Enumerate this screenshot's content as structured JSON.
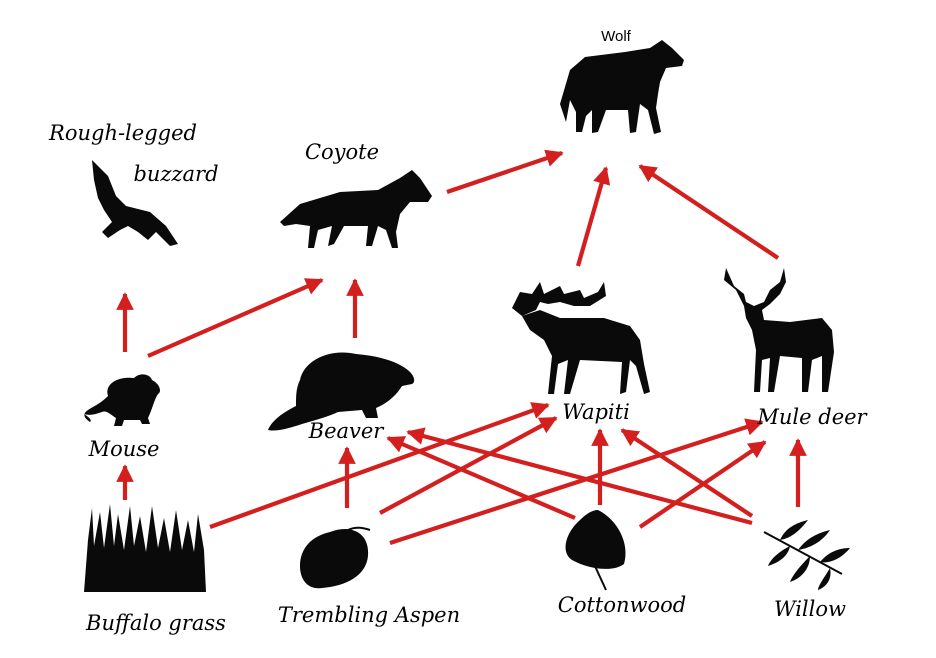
{
  "diagram": {
    "organisms": {
      "wolf": "Wolf",
      "coyote": "Coyote",
      "buzzard_line1": "Rough-legged",
      "buzzard_line2": "buzzard",
      "mouse": "Mouse",
      "beaver": "Beaver",
      "wapiti": "Wapiti",
      "mule_deer": "Mule deer",
      "buffalo_grass": "Buffalo grass",
      "aspen": "Trembling Aspen",
      "cottonwood": "Cottonwood",
      "willow": "Willow"
    },
    "arrow_color": "#d41f1f",
    "links": [
      {
        "from": "Buffalo grass",
        "to": "Mouse"
      },
      {
        "from": "Buffalo grass",
        "to": "Wapiti"
      },
      {
        "from": "Trembling Aspen",
        "to": "Beaver"
      },
      {
        "from": "Trembling Aspen",
        "to": "Wapiti"
      },
      {
        "from": "Trembling Aspen",
        "to": "Mule deer"
      },
      {
        "from": "Cottonwood",
        "to": "Beaver"
      },
      {
        "from": "Cottonwood",
        "to": "Wapiti"
      },
      {
        "from": "Cottonwood",
        "to": "Mule deer"
      },
      {
        "from": "Willow",
        "to": "Beaver"
      },
      {
        "from": "Willow",
        "to": "Wapiti"
      },
      {
        "from": "Willow",
        "to": "Mule deer"
      },
      {
        "from": "Mouse",
        "to": "Rough-legged buzzard"
      },
      {
        "from": "Mouse",
        "to": "Coyote"
      },
      {
        "from": "Beaver",
        "to": "Coyote"
      },
      {
        "from": "Coyote",
        "to": "Wolf"
      },
      {
        "from": "Wapiti",
        "to": "Wolf"
      },
      {
        "from": "Mule deer",
        "to": "Wolf"
      }
    ]
  }
}
